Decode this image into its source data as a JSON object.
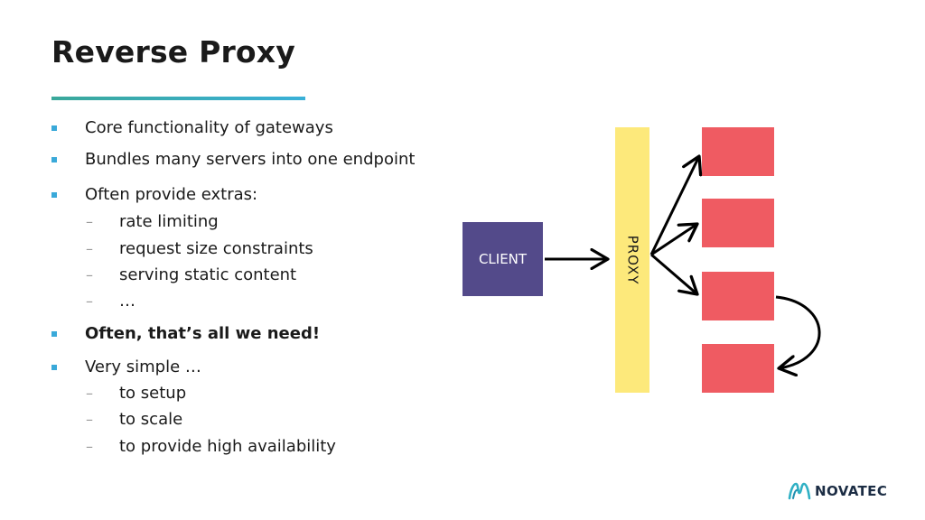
{
  "slide": {
    "title": "Reverse Proxy",
    "bullets": [
      {
        "level": 1,
        "text": "Core functionality of gateways",
        "bold": false
      },
      {
        "level": 1,
        "text": "Bundles many servers into one endpoint",
        "bold": false
      },
      {
        "level": 1,
        "text": "Often provide extras:",
        "bold": false
      },
      {
        "level": 2,
        "text": "rate limiting",
        "bold": false
      },
      {
        "level": 2,
        "text": "request size constraints",
        "bold": false
      },
      {
        "level": 2,
        "text": "serving static content",
        "bold": false
      },
      {
        "level": 2,
        "text": "…",
        "bold": false
      },
      {
        "level": 1,
        "text": "Often, that’s all we need!",
        "bold": true
      },
      {
        "level": 1,
        "text": "Very simple …",
        "bold": false
      },
      {
        "level": 2,
        "text": "to setup",
        "bold": false
      },
      {
        "level": 2,
        "text": "to scale",
        "bold": false
      },
      {
        "level": 2,
        "text": "to provide high availability",
        "bold": false
      }
    ],
    "sub_marker": "–"
  },
  "diagram": {
    "client_label": "CLIENT",
    "proxy_label": "PROXY",
    "server_count": 4,
    "colors": {
      "client": "#534a8a",
      "proxy": "#fde97b",
      "server": "#ef5b62",
      "arrow": "#000000"
    }
  },
  "logo": {
    "wordmark": "NOVATEC",
    "icon": "novatec-logo-icon"
  },
  "colors": {
    "accent_bullet": "#3aa9d9",
    "underline_start": "#3aa89a",
    "underline_end": "#3ab0d8"
  }
}
